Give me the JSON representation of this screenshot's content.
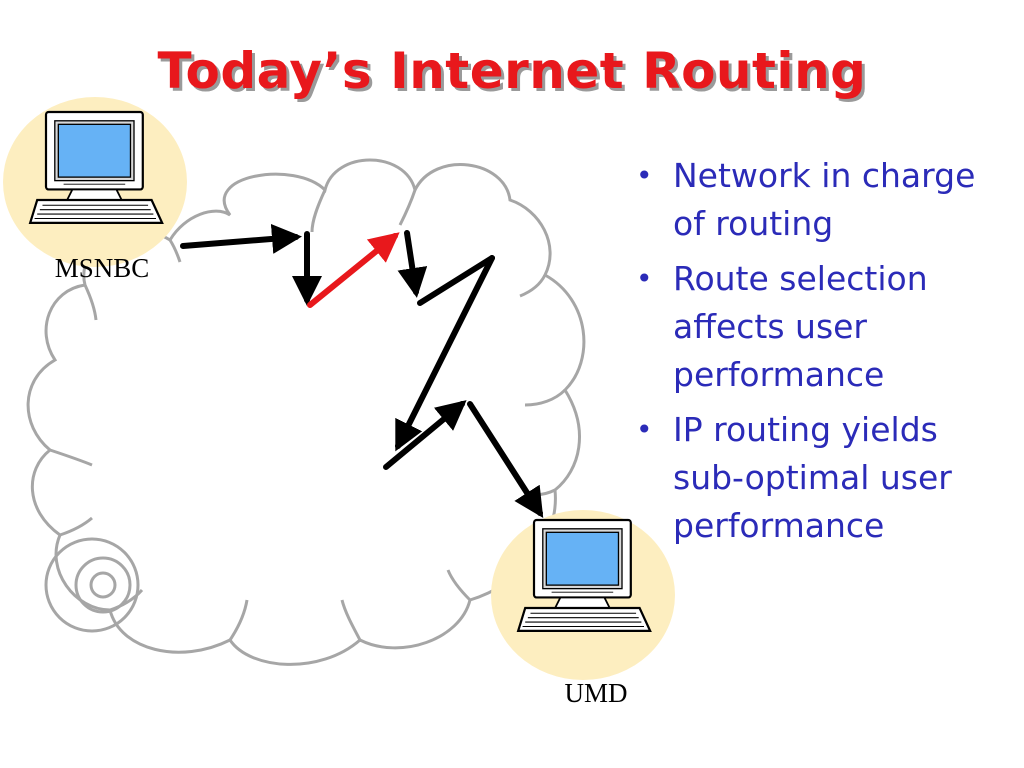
{
  "slide": {
    "title": "Today’s Internet Routing"
  },
  "diagram": {
    "hosts": [
      {
        "id": "msnbc",
        "label": "MSNBC",
        "icon": "desktop-computer-icon"
      },
      {
        "id": "umd",
        "label": "UMD",
        "icon": "desktop-computer-icon"
      }
    ],
    "colors": {
      "highlight_backdrop": "#fdeec0",
      "cloud_outline": "#a6a6a6",
      "route_arrow": "#000000",
      "optimal_arrow": "#e8181c",
      "monitor_screen": "#66b2f5"
    }
  },
  "bullets": [
    {
      "mark": "•",
      "text": "Network in charge of routing"
    },
    {
      "mark": "•",
      "text": "Route selection affects user performance"
    },
    {
      "mark": "•",
      "text": "IP routing yields sub-optimal user performance"
    }
  ],
  "colors": {
    "title": "#e8181c",
    "bullet_text": "#2b2bb8"
  }
}
